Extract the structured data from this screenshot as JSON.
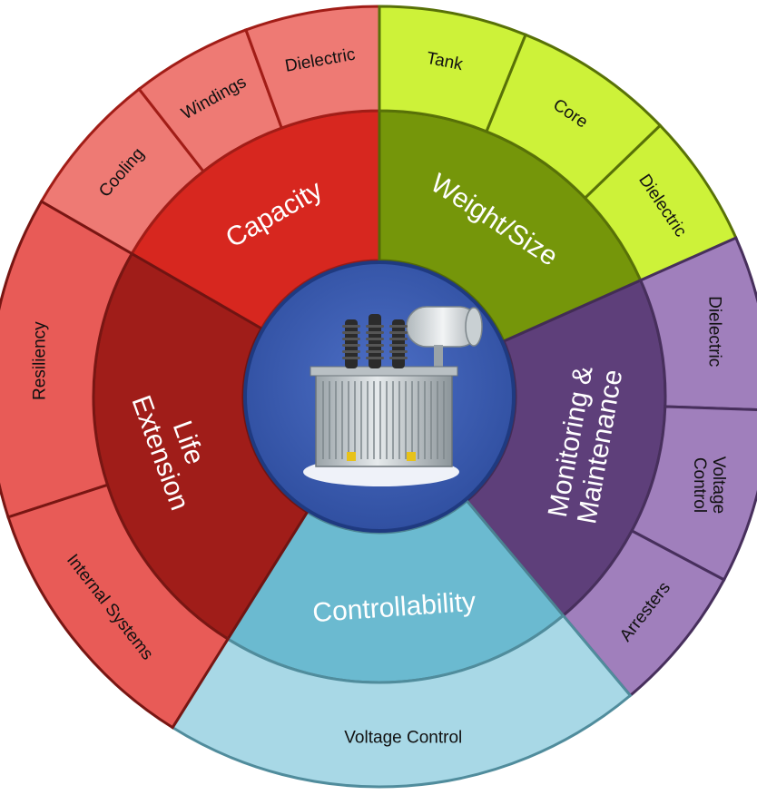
{
  "diagram": {
    "center_icon": "power-transformer",
    "categories": [
      {
        "id": "capacity",
        "label": "Capacity",
        "color": "#d7271f",
        "subitems": [
          {
            "label": "Cooling",
            "color": "#ee7a74"
          },
          {
            "label": "Windings",
            "color": "#ee7a74"
          },
          {
            "label": "Dielectric",
            "color": "#ee7a74"
          }
        ]
      },
      {
        "id": "weight-size",
        "label": "Weight/Size",
        "color": "#75960a",
        "subitems": [
          {
            "label": "Tank",
            "color": "#cdf239"
          },
          {
            "label": "Core",
            "color": "#cdf239"
          },
          {
            "label": "Dielectric",
            "color": "#cdf239"
          }
        ]
      },
      {
        "id": "monitoring-maintenance",
        "label": [
          "Monitoring &",
          "Maintenance"
        ],
        "color": "#5e3f7a",
        "subitems": [
          {
            "label": "Dielectric",
            "color": "#a07fbc"
          },
          {
            "label": [
              "Voltage",
              "Control"
            ],
            "color": "#a07fbc"
          },
          {
            "label": "Arresters",
            "color": "#a07fbc"
          }
        ]
      },
      {
        "id": "controllability",
        "label": "Controllability",
        "color": "#6bbad0",
        "subitems": [
          {
            "label": "Voltage Control",
            "color": "#a8d8e6"
          }
        ]
      },
      {
        "id": "life-extension",
        "label": [
          "Life",
          "Extension"
        ],
        "color": "#a01d19",
        "subitems": [
          {
            "label": "Resiliency",
            "color": "#e85b57"
          },
          {
            "label": "Internal Systems",
            "color": "#e85b57"
          }
        ]
      }
    ]
  }
}
